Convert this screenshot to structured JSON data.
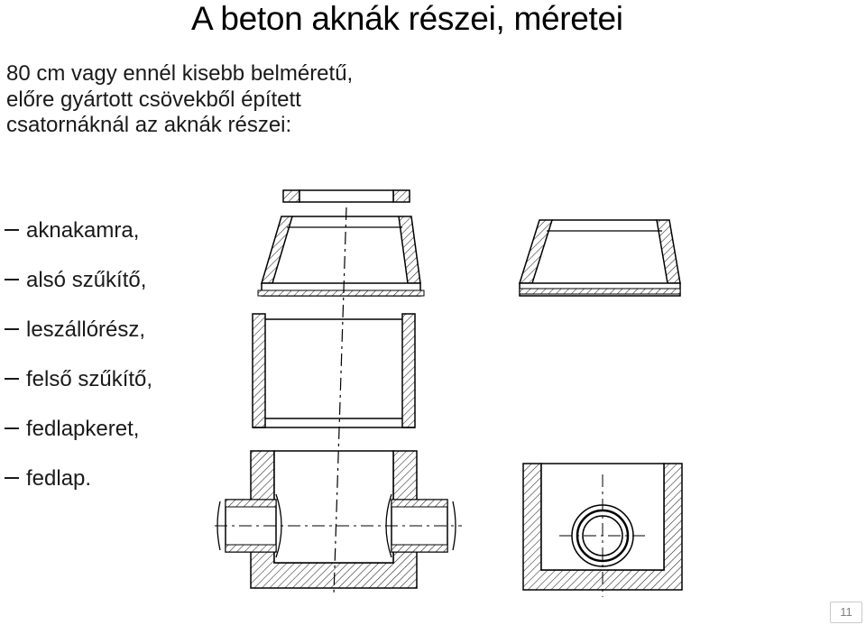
{
  "slide": {
    "title": "A beton aknák részei, méretei",
    "intro_lines": [
      "80 cm vagy ennél kisebb belméretű,",
      "előre gyártott csövekből épített",
      "csatornáknál az aknák részei:"
    ],
    "parts": [
      "aknakamra,",
      "alsó szűkítő,",
      "leszállórész,",
      "felső szűkítő,",
      "fedlapkeret,",
      "fedlap."
    ],
    "page_number": "11"
  }
}
